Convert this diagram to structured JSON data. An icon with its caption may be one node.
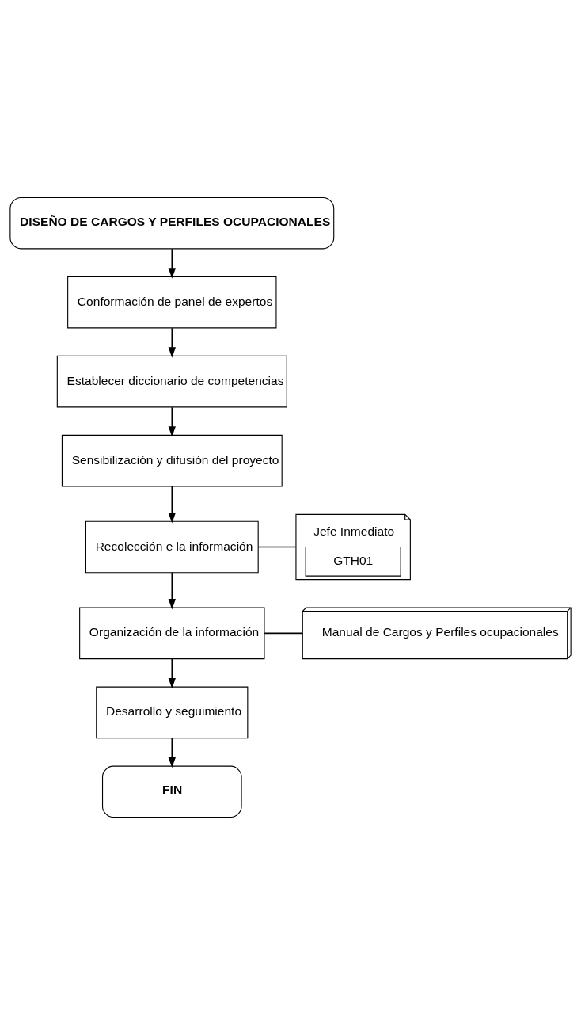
{
  "diagram": {
    "nodes": [
      {
        "text": [
          "DISEÑO DE CARGOS Y PERFILES OCUPACIONALES"
        ]
      },
      {
        "text": [
          "Conformación de panel de expertos"
        ]
      },
      {
        "text": [
          "Establecer diccionario de competencias"
        ]
      },
      {
        "text": [
          "Sensibilización y difusión del proyecto"
        ]
      },
      {
        "text": [
          "Recolección e la información"
        ]
      },
      {
        "text": [
          "Jefe Inmediato",
          "GTH01"
        ]
      },
      {
        "text": [
          "Organización de la información"
        ]
      },
      {
        "text": [
          "Manual de Cargos y Perfiles ocupacionales"
        ]
      },
      {
        "text": [
          "Desarrollo y seguimiento"
        ]
      },
      {
        "text": [
          "FIN"
        ]
      }
    ],
    "edges": [
      {
        "from": 0,
        "to": 1,
        "arrow": "to"
      },
      {
        "from": 1,
        "to": 2,
        "arrow": "to"
      },
      {
        "from": 2,
        "to": 3,
        "arrow": "to"
      },
      {
        "from": 3,
        "to": 4,
        "arrow": "to"
      },
      {
        "from": 4,
        "to": 5,
        "arrow": "none"
      },
      {
        "from": 4,
        "to": 6,
        "arrow": "to"
      },
      {
        "from": 6,
        "to": 7,
        "arrow": "none"
      },
      {
        "from": 6,
        "to": 8,
        "arrow": "to"
      },
      {
        "from": 8,
        "to": 9,
        "arrow": "to"
      }
    ]
  }
}
